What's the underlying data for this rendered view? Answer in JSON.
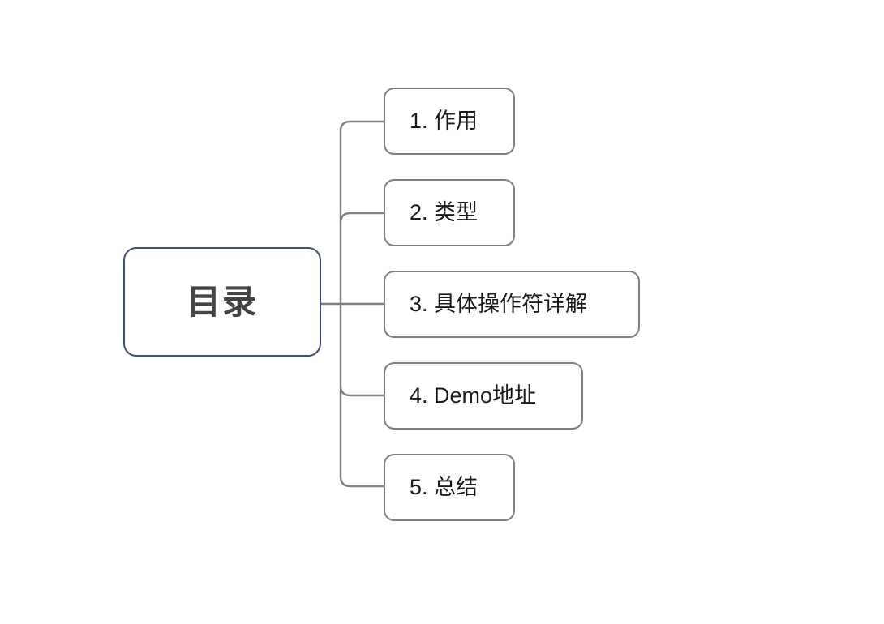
{
  "diagram": {
    "type": "mind-map",
    "background_color": "#ffffff",
    "root": {
      "label": "目录",
      "border_color": "#3f5077",
      "text_color": "#444444"
    },
    "branch_color": "#808080",
    "children": [
      {
        "label": "1. 作用",
        "border_color": "#808080",
        "text_color": "#1a1a1a"
      },
      {
        "label": "2. 类型",
        "border_color": "#808080",
        "text_color": "#1a1a1a"
      },
      {
        "label": "3. 具体操作符详解",
        "border_color": "#808080",
        "text_color": "#1a1a1a"
      },
      {
        "label": "4. Demo地址",
        "border_color": "#808080",
        "text_color": "#1a1a1a"
      },
      {
        "label": "5. 总结",
        "border_color": "#808080",
        "text_color": "#1a1a1a"
      }
    ]
  }
}
